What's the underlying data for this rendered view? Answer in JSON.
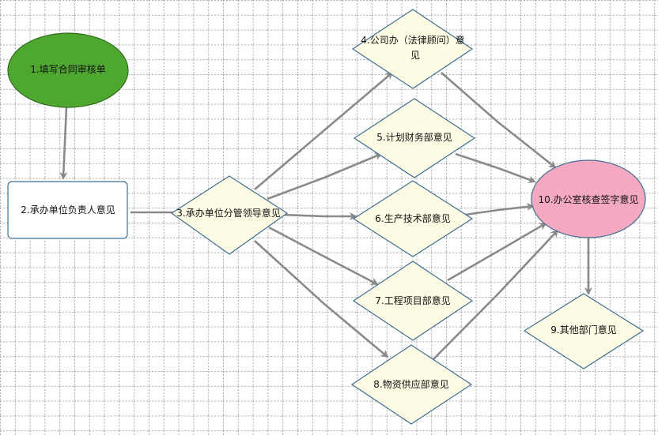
{
  "colors": {
    "start_fill": "#4ea72e",
    "start_stroke": "#2f6b1c",
    "end_fill": "#f4a9c0",
    "end_stroke": "#3f6f93",
    "diamond_fill": "#fdfbe4",
    "box_fill": "#ffffff",
    "box_stroke": "#3f6f93",
    "connector": "#8a8a8a"
  },
  "nodes": {
    "n1": {
      "label": "1.填写合同审核单"
    },
    "n2": {
      "label": "2.承办单位负责人意见"
    },
    "n3": {
      "label": "3.承办单位分管领导意见"
    },
    "n4": {
      "label_line1": "4.公司办（法律顾问）意",
      "label_line2": "见"
    },
    "n5": {
      "label": "5.计划财务部意见"
    },
    "n6": {
      "label": "6.生产技术部意见"
    },
    "n7": {
      "label": "7.工程项目部意见"
    },
    "n8": {
      "label": "8.物资供应部意见"
    },
    "n9": {
      "label": "9.其他部门意见"
    },
    "n10": {
      "label": "10.办公室核查签字意见"
    }
  }
}
